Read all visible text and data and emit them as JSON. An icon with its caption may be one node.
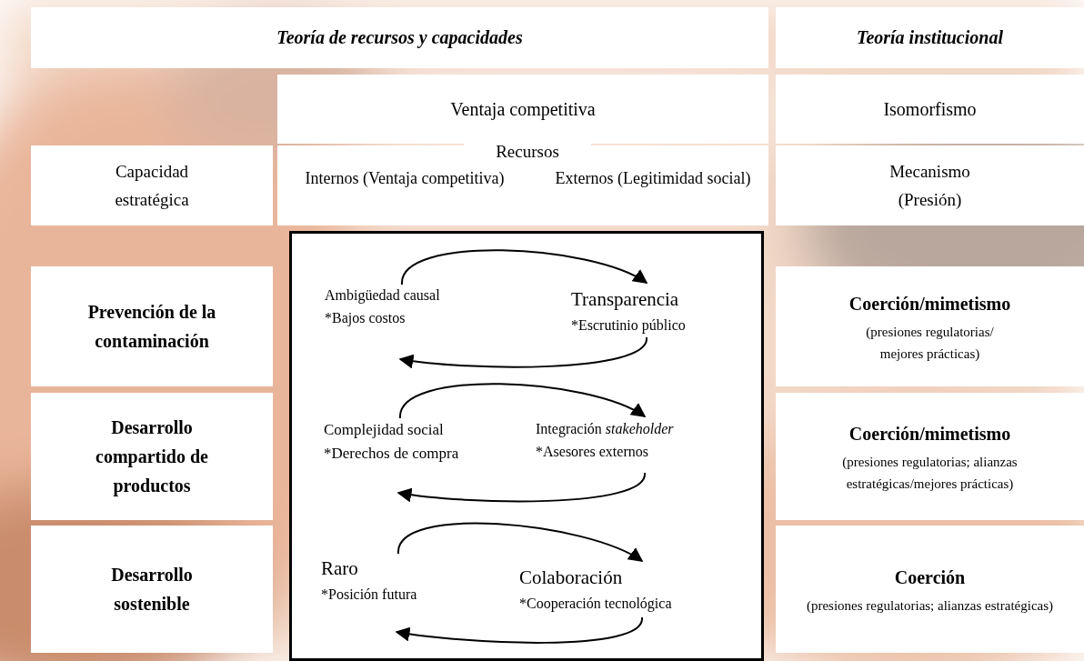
{
  "diagram": {
    "nodes": [
      {
        "text": [
          "Teoría de recursos y capacidades"
        ]
      },
      {
        "text": [
          "Teoría institucional"
        ]
      },
      {
        "text": [
          "Ventaja competitiva"
        ]
      },
      {
        "text": [
          "Isomorfismo"
        ]
      },
      {
        "text": [
          "Capacidad estratégica"
        ]
      },
      {
        "text": [
          "Recursos",
          "Internos (Ventaja competitiva)",
          "Externos (Legitimidad social)"
        ]
      },
      {
        "text": [
          "Mecanismo (Presión)"
        ]
      },
      {
        "text": [
          "Prevención de la contaminación"
        ]
      },
      {
        "text": [
          "Desarrollo compartido de productos"
        ]
      },
      {
        "text": [
          "Desarrollo sostenible"
        ]
      },
      {
        "text": [],
        "shape": "box"
      },
      {
        "text": [
          "Ambigüedad causal",
          "*Bajos costos"
        ],
        "in": 10
      },
      {
        "text": [
          "Transparencia",
          "*Escrutinio público"
        ],
        "in": 10
      },
      {
        "text": [
          "Complejidad social",
          "*Derechos de compra"
        ],
        "in": 10
      },
      {
        "text": [
          "Integración *stakeholder*",
          "*Asesores externos"
        ],
        "in": 10
      },
      {
        "text": [
          "Raro",
          "*Posición futura"
        ],
        "in": 10
      },
      {
        "text": [
          "Colaboración",
          "*Cooperación tecnológica"
        ],
        "in": 10
      },
      {
        "text": [
          "Coerción/mimetismo",
          "(presiones regulatorias/ mejores prácticas)"
        ]
      },
      {
        "text": [
          "Coerción/mimetismo",
          "(presiones regulatorias; alianzas estratégicas/mejores prácticas)"
        ]
      },
      {
        "text": [
          "Coerción",
          "(presiones regulatorias; alianzas estratégicas)"
        ]
      }
    ],
    "edges": [
      {
        "from": 11,
        "to": 12,
        "arrow": "to"
      },
      {
        "from": 12,
        "to": 11,
        "arrow": "to"
      },
      {
        "from": 13,
        "to": 14,
        "arrow": "to"
      },
      {
        "from": 14,
        "to": 13,
        "arrow": "to"
      },
      {
        "from": 15,
        "to": 16,
        "arrow": "to"
      },
      {
        "from": 16,
        "to": 15,
        "arrow": "to"
      }
    ]
  }
}
